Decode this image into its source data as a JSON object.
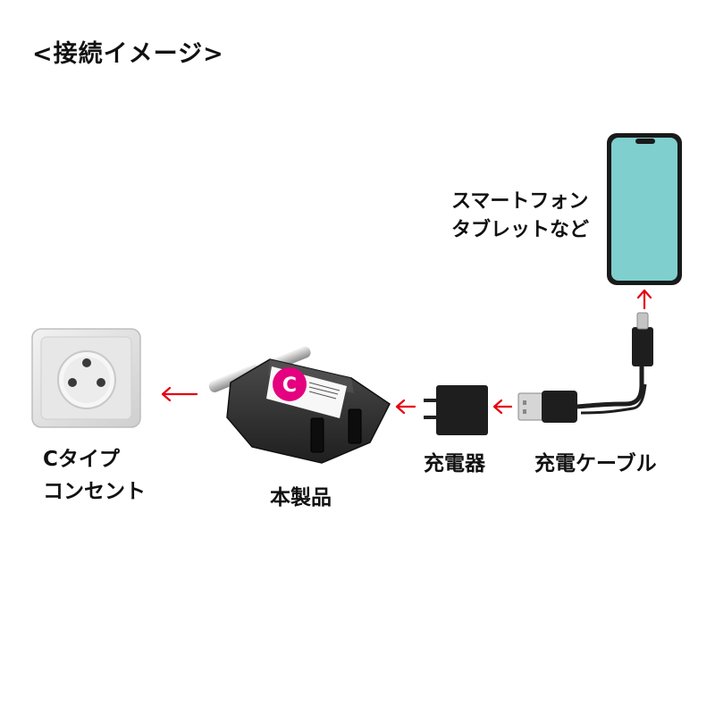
{
  "title": "<接続イメージ>",
  "labels": {
    "phone_line1": "スマートフォン",
    "phone_line2": "タブレットなど",
    "outlet_line1": "Cタイプ",
    "outlet_line2": "コンセント",
    "product": "本製品",
    "charger": "充電器",
    "cable": "充電ケーブル",
    "badge_letter": "C"
  },
  "colors": {
    "arrow": "#e60012",
    "phone_screen": "#7fcfcf",
    "badge": "#e5007f",
    "device_body": "#2b2b2b"
  }
}
